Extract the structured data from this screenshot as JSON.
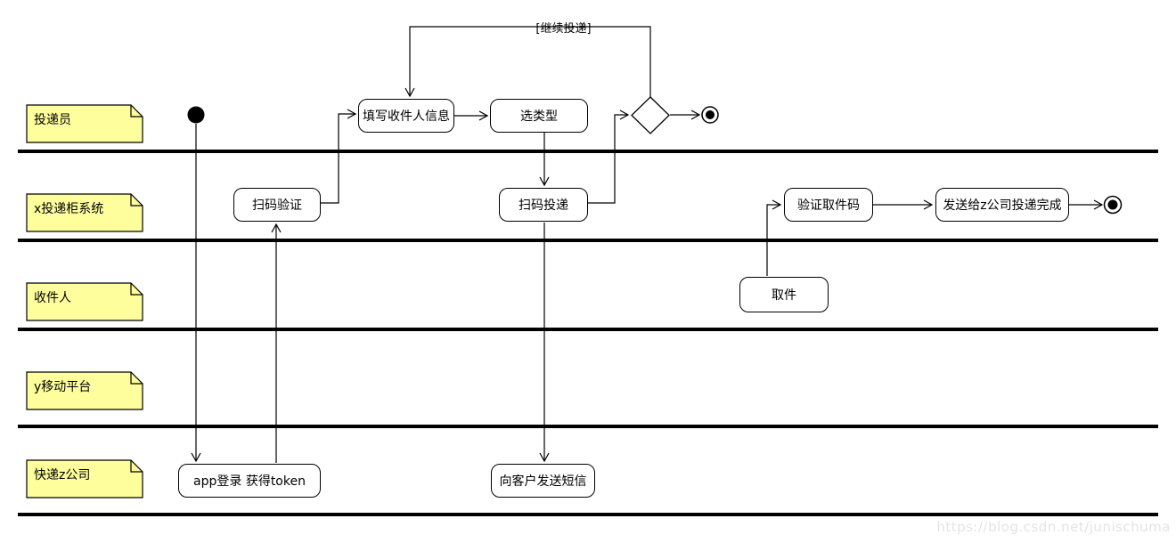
{
  "diagram": {
    "lanes": [
      {
        "label": "投递员"
      },
      {
        "label": "x投递柜系统"
      },
      {
        "label": "收件人"
      },
      {
        "label": "y移动平台"
      },
      {
        "label": "快递z公司"
      }
    ],
    "activities": {
      "fill_recipient_info": "填写收件人信息",
      "choose_type": "选类型",
      "scan_verify": "扫码验证",
      "scan_deliver": "扫码投递",
      "verify_pickup_code": "验证取件码",
      "send_to_z_complete": "发送给z公司投递完成",
      "pickup": "取件",
      "app_login": "app登录 获得token",
      "send_sms": "向客户发送短信"
    },
    "edge_labels": {
      "continue_delivery": "[继续投递]"
    },
    "colors": {
      "note_fill": "#feff9c",
      "note_border": "#000000",
      "line": "#000000",
      "activity_fill": "#ffffff",
      "lane_divider": "#000000"
    }
  },
  "watermark": {
    "text": "https://blog.csdn.net/junischuma",
    "color": "#e4e4e4"
  }
}
